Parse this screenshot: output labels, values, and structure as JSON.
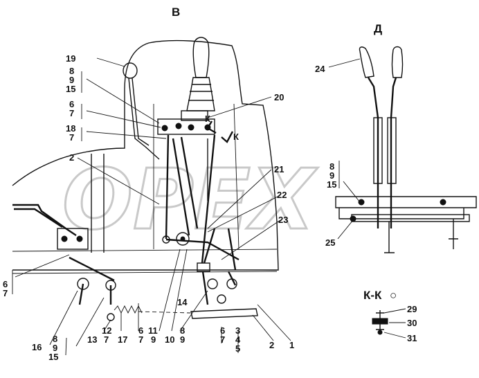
{
  "views": {
    "main_label": "В",
    "side_label": "Д",
    "section_label": "К-К",
    "section_symbol": "○",
    "section_mark": "К"
  },
  "watermark": "OPEX",
  "callouts": {
    "c19": "19",
    "c8_9_15_top": [
      "8",
      "9",
      "15"
    ],
    "c6_7_top": [
      "6",
      "7"
    ],
    "c18_7": [
      "18",
      "7"
    ],
    "c20": "20",
    "c2_left": "2",
    "c21": "21",
    "c22": "22",
    "c23": "23",
    "c6_7_left": [
      "6",
      "7"
    ],
    "c16": "16",
    "c8_9_15_bottom": [
      "8",
      "9",
      "15"
    ],
    "c13": "13",
    "c12_7": [
      "12",
      "7"
    ],
    "c17": "17",
    "c6_7_mid": [
      "6",
      "7"
    ],
    "c11_9": [
      "11",
      "9"
    ],
    "c10": "10",
    "c8_9_bottom": [
      "8",
      "9"
    ],
    "c14": "14",
    "c6_7_right": [
      "6",
      "7"
    ],
    "c3_4_5": [
      "3",
      "4",
      "5"
    ],
    "c2_bottom": "2",
    "c1": "1",
    "c24": "24",
    "c8_9_15_right": [
      "8",
      "9",
      "15"
    ],
    "c25": "25",
    "c29": "29",
    "c30": "30",
    "c31": "31"
  }
}
